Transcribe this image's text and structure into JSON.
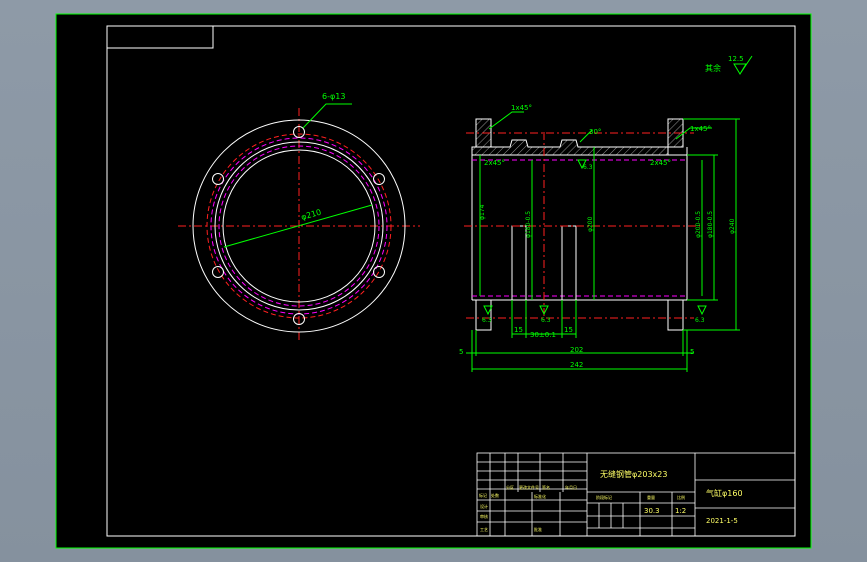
{
  "colors": {
    "background": "#000000",
    "frame": "#ffffff",
    "dimension": "#00ff00",
    "geometry": "#ffffff",
    "centerline": "#ff2020",
    "hidden": "#ff00ff",
    "hatch": "#bbbbbb",
    "title_text": "#ffff66"
  },
  "roughness": {
    "general_label": "其余",
    "general_value": "12.5",
    "top_value": "6.3",
    "left_lower": "6.3",
    "mid_lower": "6.3",
    "right_lower": "6.3"
  },
  "front_view": {
    "hole_callout": "6-φ13",
    "diameter_callout": "φ210"
  },
  "section_view": {
    "chamfer_top_left": "1x45°",
    "chamfer_top_right": "1x45°",
    "chamfer_inner_left": "2x45°",
    "chamfer_inner_right": "2x45°",
    "angle_label": "30°",
    "dia_left": "φ174",
    "dia_groove": "φ180-0.5",
    "dia_bore": "φ200",
    "dia_r1": "φ200-0.5",
    "dia_r2": "φ180-0.5",
    "dia_outer": "φ240",
    "dim_15_left": "15",
    "dim_30": "30±0.1",
    "dim_15_right": "15",
    "dim_5_left": "5",
    "dim_202": "202",
    "dim_5_right": "5",
    "dim_242": "242"
  },
  "title_block": {
    "drawing_name": "无缝钢管φ203x23",
    "part_name": "气缸φ160",
    "drawing_number": "2021-1-5",
    "scale": "1:2",
    "weight": "30.3",
    "labels": [
      "标记",
      "处数",
      "分区",
      "更改文件号",
      "签名",
      "年月日",
      "设计",
      "标准化",
      "审核",
      "工艺",
      "批准",
      "阶段标记",
      "重量",
      "比例"
    ]
  }
}
